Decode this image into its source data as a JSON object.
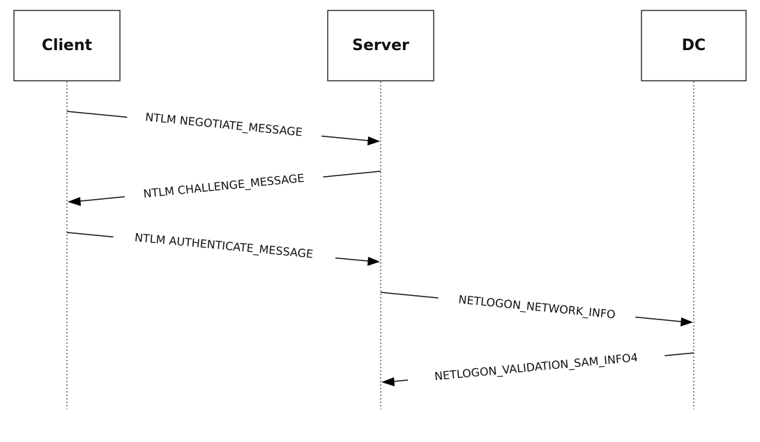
{
  "participants": [
    {
      "id": "client",
      "label": "Client"
    },
    {
      "id": "server",
      "label": "Server"
    },
    {
      "id": "dc",
      "label": "DC"
    }
  ],
  "messages": [
    {
      "from": "client",
      "to": "server",
      "label": "NTLM NEGOTIATE_MESSAGE"
    },
    {
      "from": "server",
      "to": "client",
      "label": "NTLM CHALLENGE_MESSAGE"
    },
    {
      "from": "client",
      "to": "server",
      "label": "NTLM AUTHENTICATE_MESSAGE"
    },
    {
      "from": "server",
      "to": "dc",
      "label": "NETLOGON_NETWORK_INFO"
    },
    {
      "from": "dc",
      "to": "server",
      "label": "NETLOGON_VALIDATION_SAM_INFO4"
    }
  ]
}
